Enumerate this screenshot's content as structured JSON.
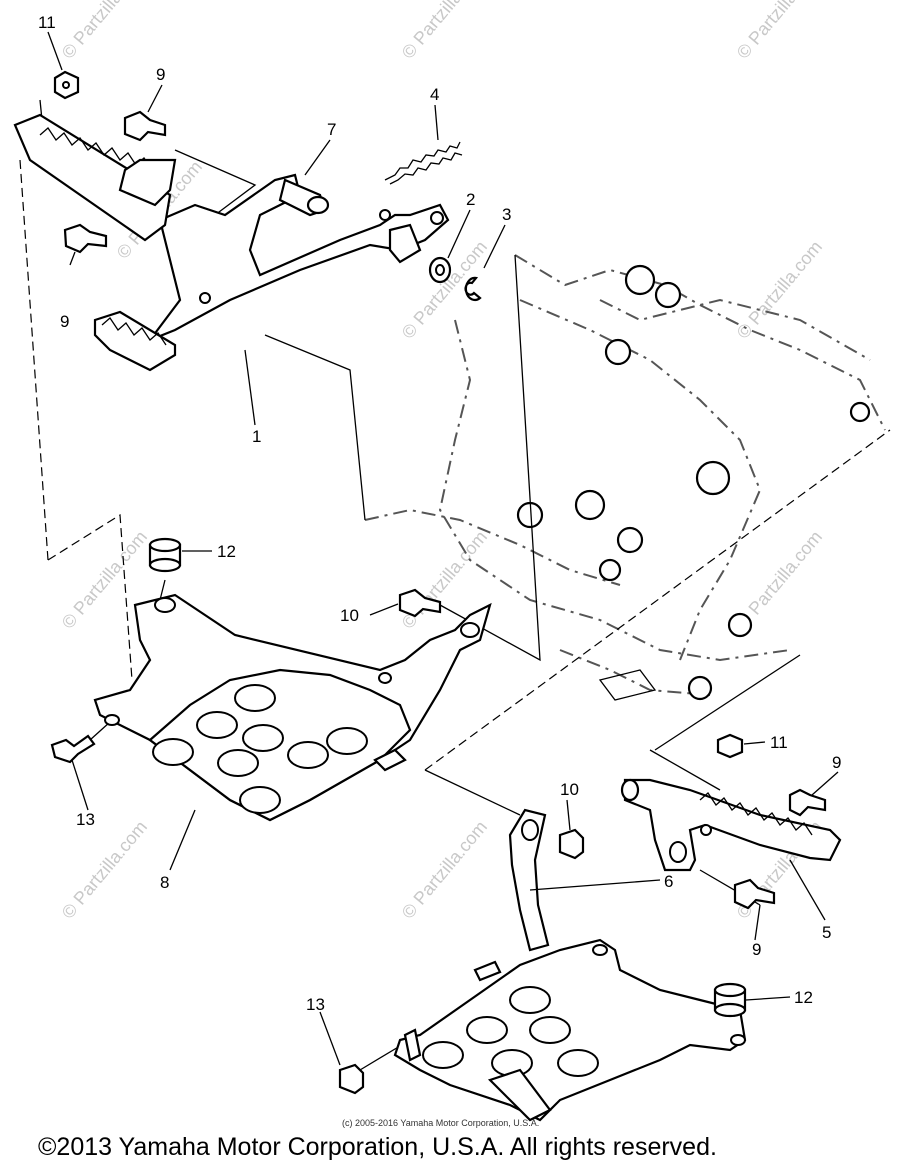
{
  "diagram": {
    "callouts": [
      "11",
      "9",
      "4",
      "7",
      "2",
      "3",
      "9",
      "1",
      "12",
      "10",
      "13",
      "8",
      "11",
      "9",
      "10",
      "6",
      "5",
      "9",
      "12",
      "13"
    ],
    "watermark": "© Partzilla.com",
    "copyright_small": "(c) 2005-2016 Yamaha Motor Corporation, U.S.A.",
    "copyright_main": "©2013 Yamaha Motor Corporation, U.S.A. All rights reserved."
  }
}
